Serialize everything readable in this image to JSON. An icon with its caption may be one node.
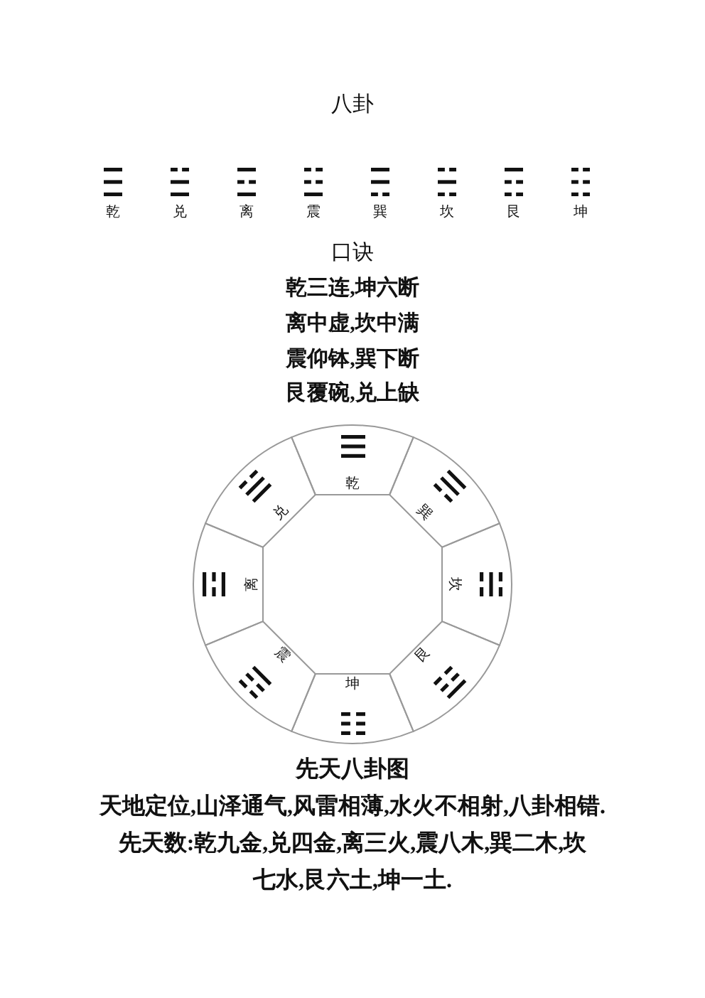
{
  "diagram": {
    "title": "八卦",
    "nodes": [
      {
        "text": [
          "乾"
        ]
      },
      {
        "text": [
          "兑"
        ]
      },
      {
        "text": [
          "巽"
        ]
      },
      {
        "text": [
          "离"
        ]
      },
      {
        "text": [
          "坎"
        ]
      },
      {
        "text": [
          "震"
        ]
      },
      {
        "text": [
          "艮"
        ]
      },
      {
        "text": [
          "坤"
        ]
      }
    ],
    "labels": [
      "乾",
      "兑",
      "离",
      "震",
      "巽",
      "坎",
      "艮",
      "坤",
      "口诀",
      "乾三连,坤六断",
      "离中虚,坎中满",
      "震仰钵,巽下断",
      "艮覆碗,兑上缺",
      "天地定位,山泽通气,风雷相薄,水火不相射,八卦相错.",
      "先天数:乾九金,兑四金,离三火,震八木,巽二木,坎七水,艮六土,坤一土."
    ],
    "caption": "先天八卦图"
  }
}
